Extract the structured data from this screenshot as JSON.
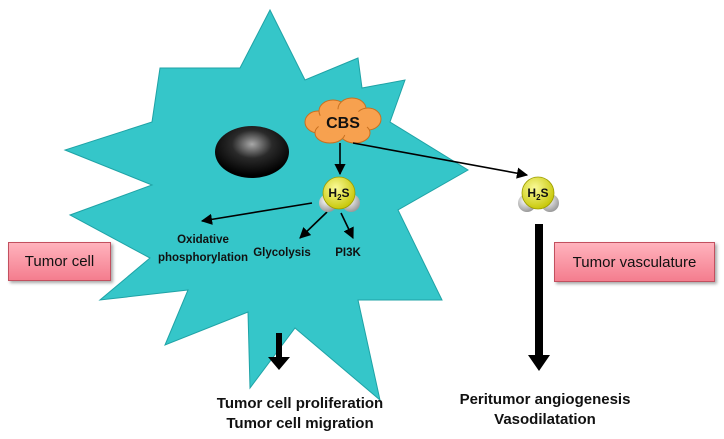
{
  "enzyme": {
    "label": "CBS",
    "color": "#f7a14f"
  },
  "molecule": {
    "base": "H",
    "sub": "2",
    "tail": "S",
    "color": "#e2e22a"
  },
  "cell": {
    "fill": "#35c6c9",
    "targets": {
      "oxphos_line1": "Oxidative",
      "oxphos_line2": "phosphorylation",
      "glycolysis": "Glycolysis",
      "pi3k": "PI3K"
    },
    "box_label": "Tumor cell",
    "outcome_line1": "Tumor cell proliferation",
    "outcome_line2": "Tumor cell migration"
  },
  "vasculature": {
    "box_label": "Tumor vasculature",
    "outcome_line1": "Peritumor angiogenesis",
    "outcome_line2": "Vasodilatation"
  },
  "colors": {
    "box": "#f47d8e",
    "arrow": "#000000"
  }
}
